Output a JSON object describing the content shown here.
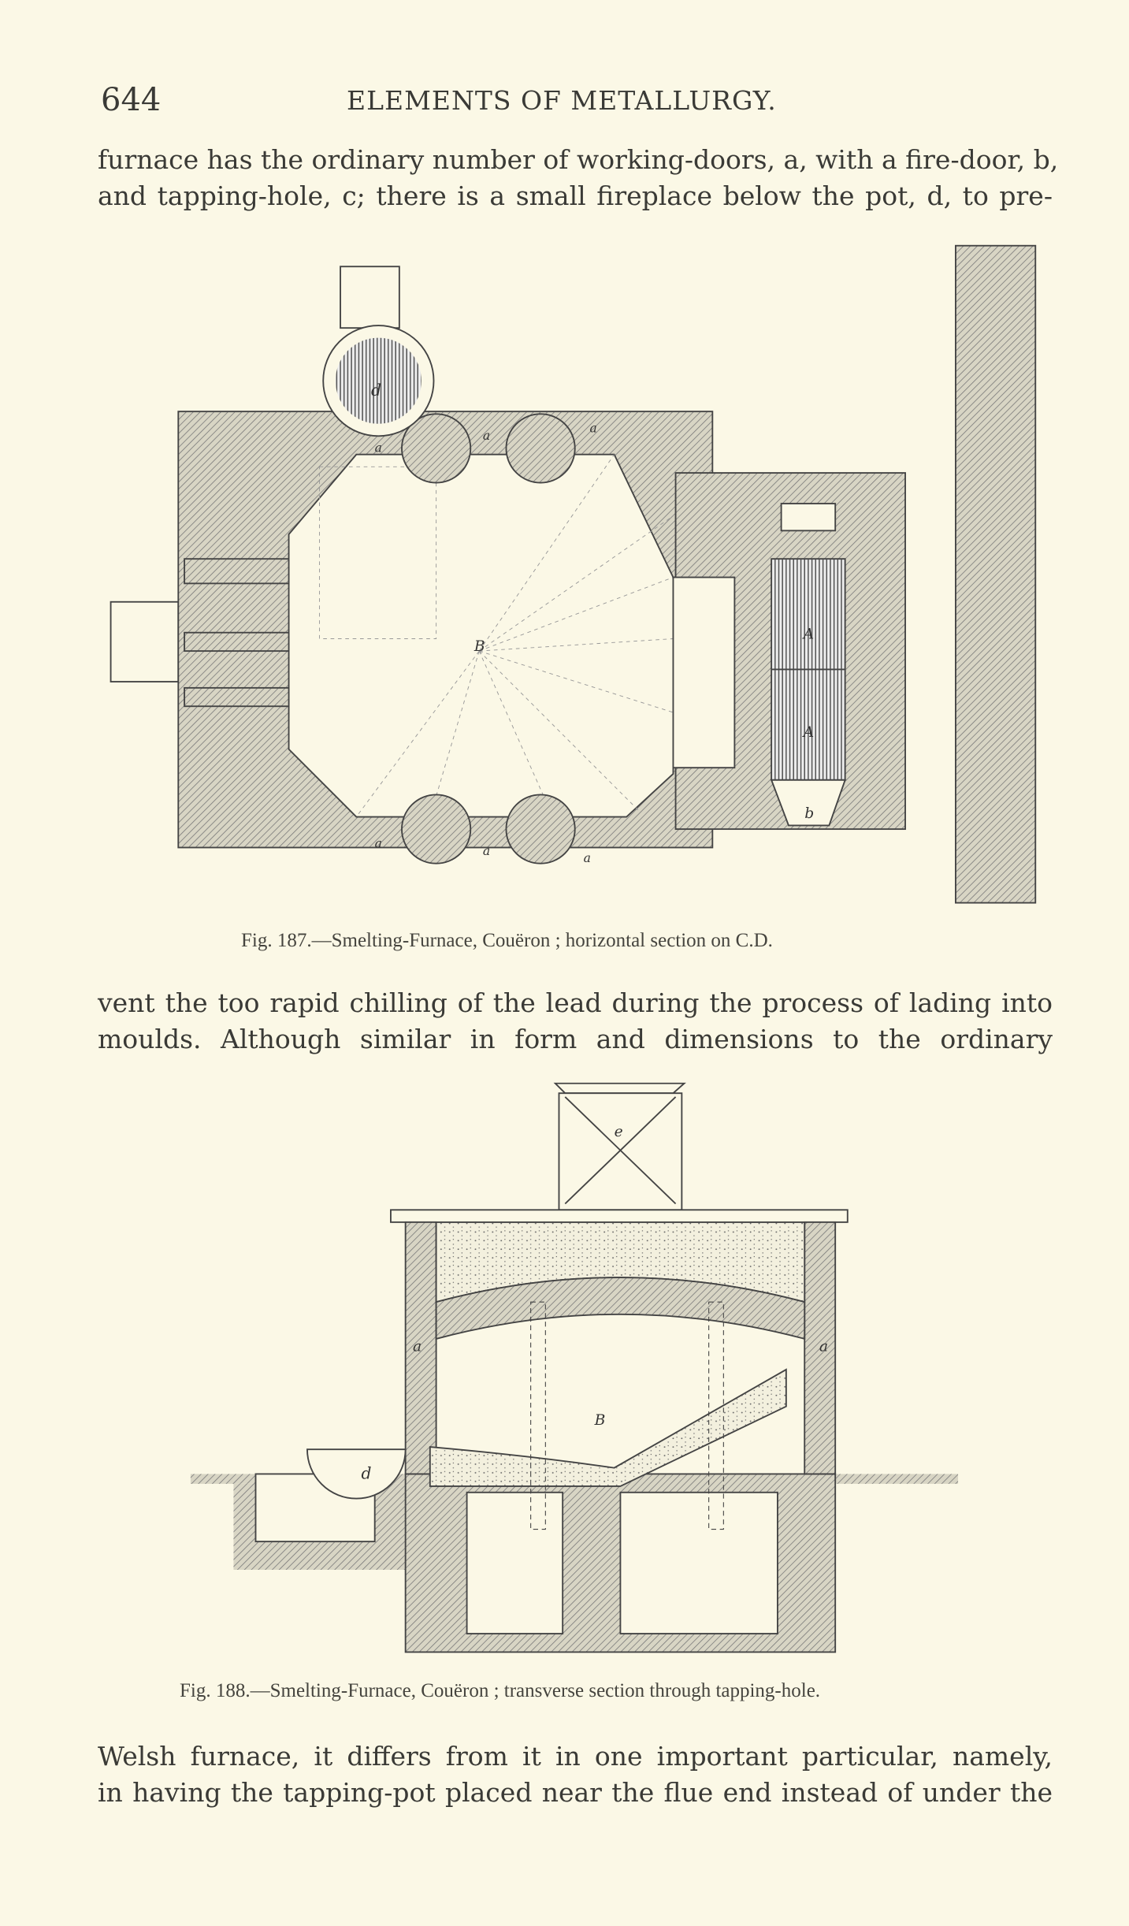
{
  "header": {
    "page_number": "644",
    "running_title": "ELEMENTS OF METALLURGY."
  },
  "paragraphs": [
    {
      "lines": [
        "furnace has the ordinary number of working-doors, a, with a fire-door, b,",
        "and tapping-hole, c; there is a small fireplace below the pot, d, to pre-"
      ]
    },
    {
      "lines": [
        "vent the too rapid chilling of the lead during the process of lading into",
        "moulds.  Although similar in form and dimensions to the ordinary"
      ]
    },
    {
      "lines": [
        "Welsh furnace, it differs from it in one important particular, namely,",
        "in having the tapping-pot placed near the flue end instead of under the"
      ]
    }
  ],
  "figures": [
    {
      "caption": "Fig. 187.—Smelting-Furnace, Couëron ; horizontal section on C.D.",
      "labels": {
        "d": "d",
        "a": "a",
        "B": "B",
        "A": "A",
        "b": "b"
      }
    },
    {
      "caption": "Fig. 188.—Smelting-Furnace, Couëron ; transverse section through tapping-hole.",
      "labels": {
        "e": "e",
        "a": "a",
        "B": "B",
        "d": "d"
      }
    }
  ]
}
